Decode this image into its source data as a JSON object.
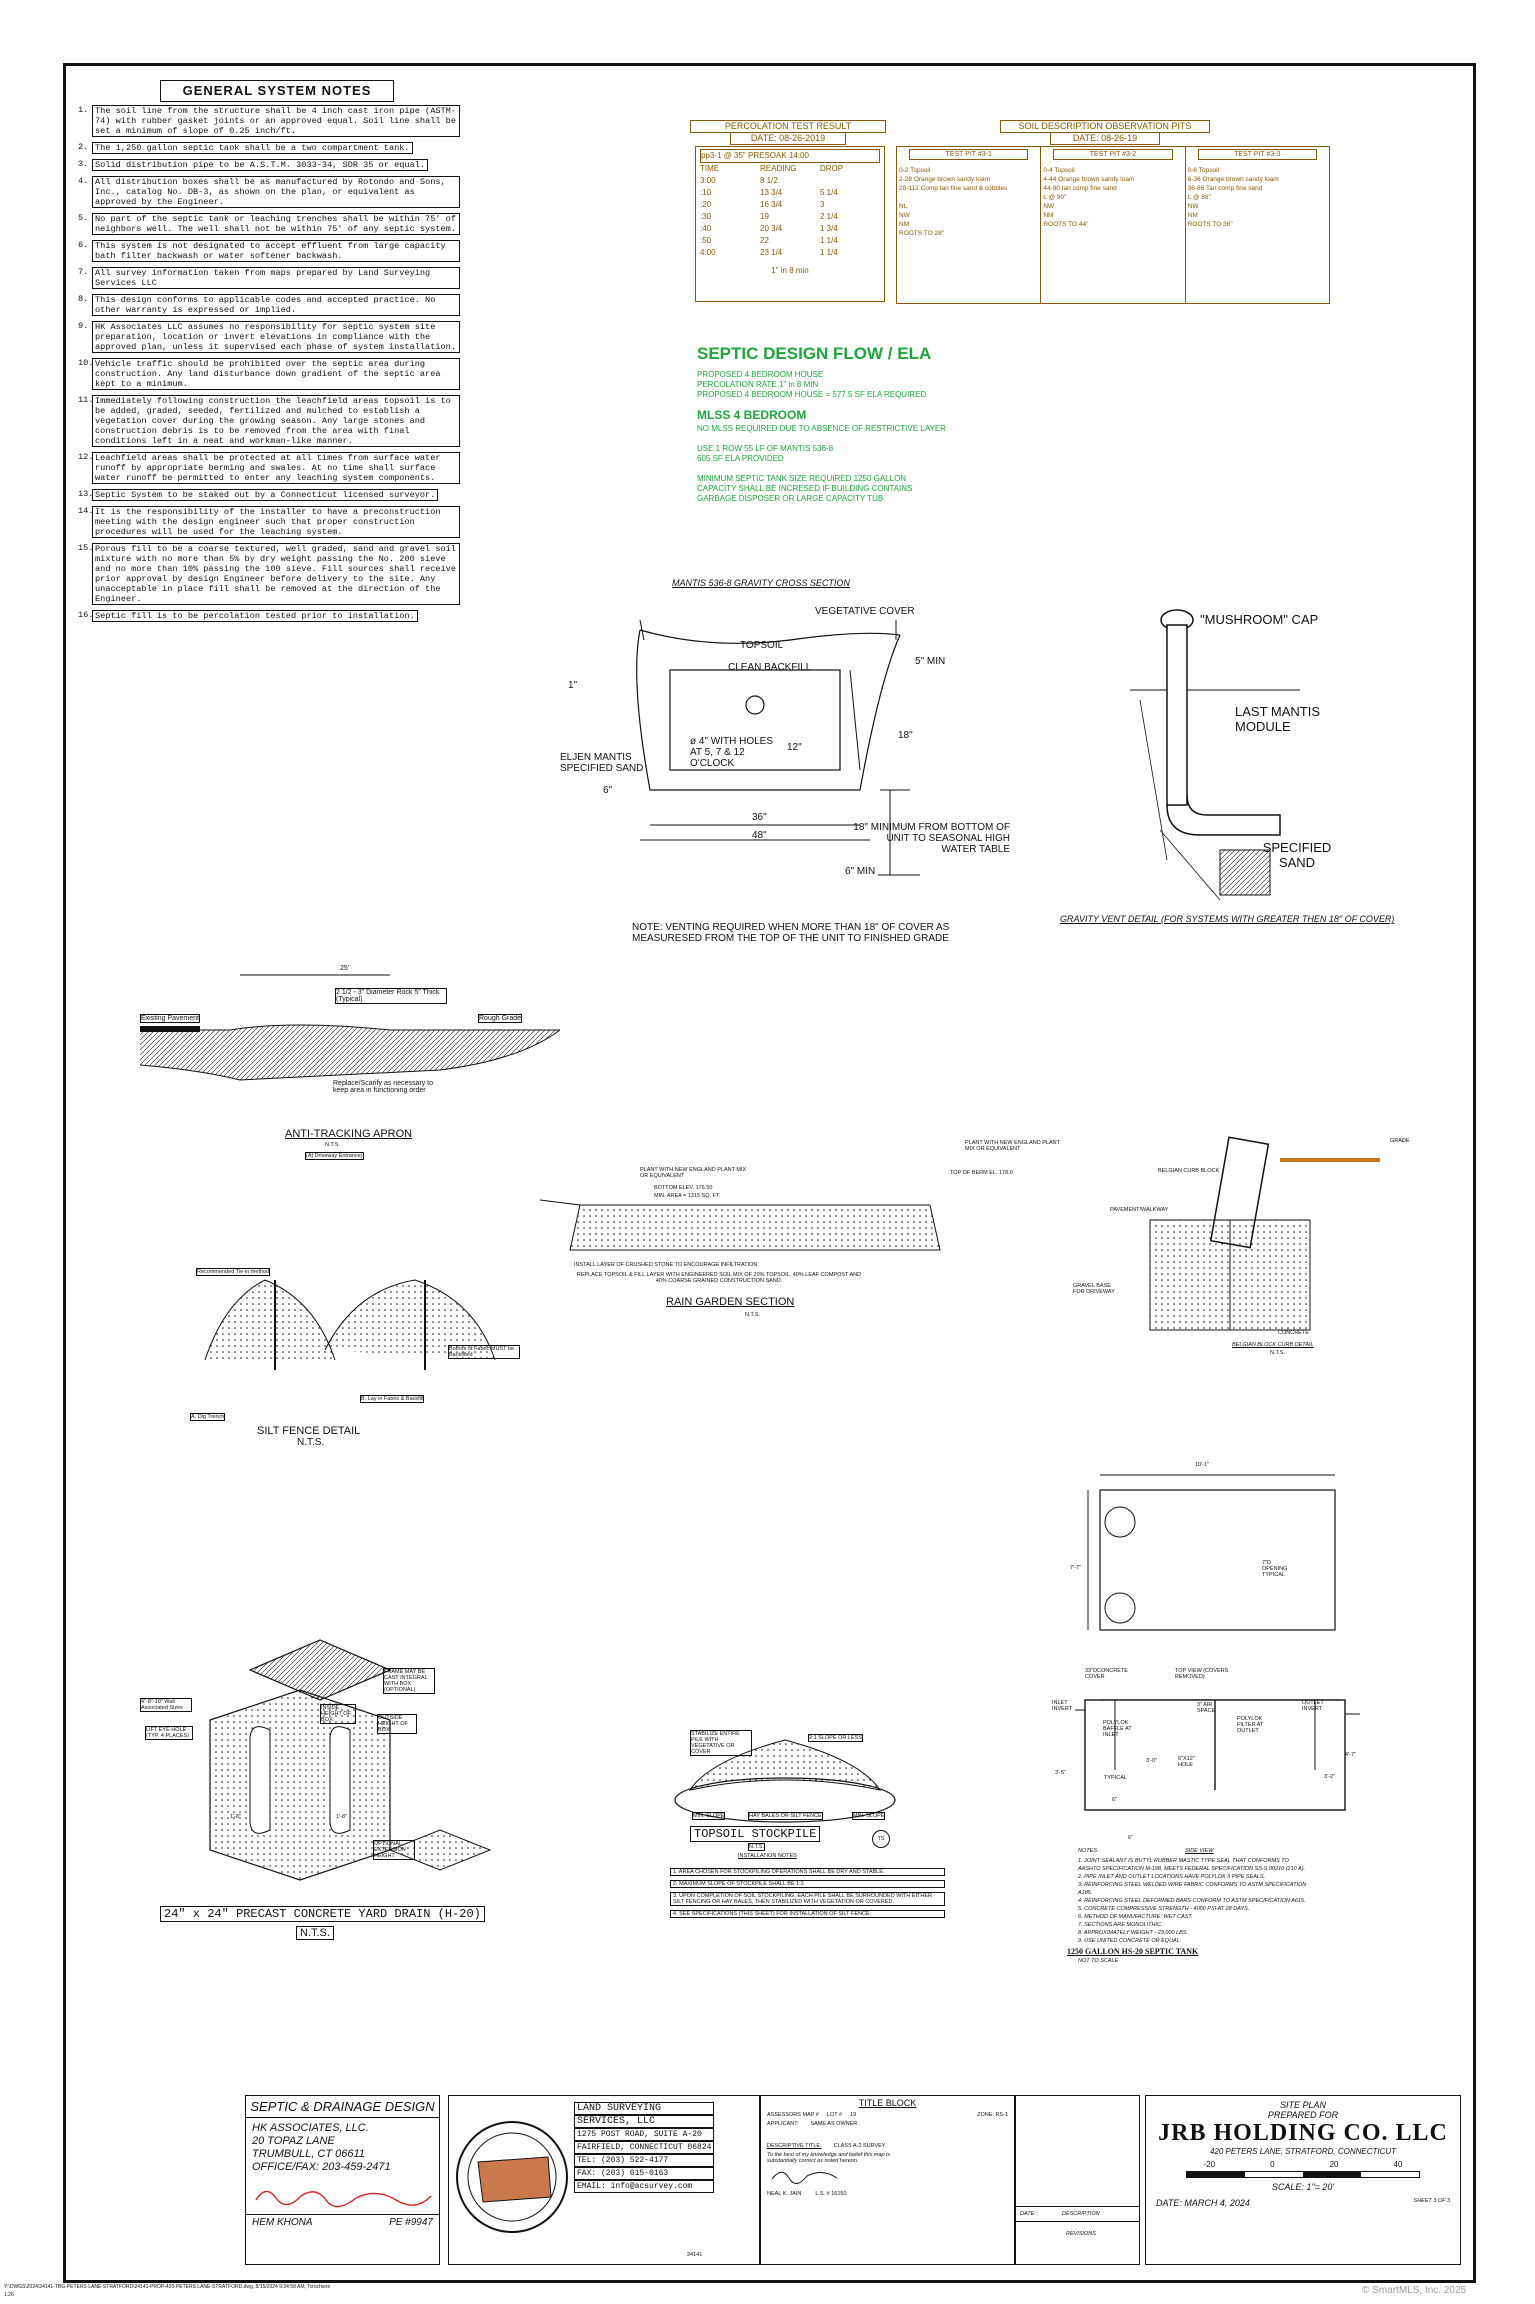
{
  "general_notes": {
    "title": "GENERAL SYSTEM NOTES",
    "items": [
      {
        "num": "1.",
        "text": "The soil line from the structure shall be 4 inch cast iron pipe (ASTM-74) with rubber gasket joints or an approved equal. Soil line shall be set a minimum of slope of 0.25 inch/ft."
      },
      {
        "num": "2.",
        "text": "The 1,250 gallon septic tank shall be a two compartment tank."
      },
      {
        "num": "3.",
        "text": "Solid distribution pipe to be A.S.T.M. 3033-34, SDR 35 or equal."
      },
      {
        "num": "4.",
        "text": "All distribution boxes shall be as manufactured by Rotondo and Sons, Inc., catalog No. DB-3, as shown on the plan, or equivalent as approved by the Engineer."
      },
      {
        "num": "5.",
        "text": "No part of the septic tank or leaching trenches shall be within 75' of neighbors well. The well shall not be within 75' of any septic system."
      },
      {
        "num": "6.",
        "text": "This system is not designated to accept effluent from large capacity bath filter backwash or water softener backwash."
      },
      {
        "num": "7.",
        "text": "All survey information taken from maps prepared by Land Surveying Services LLC"
      },
      {
        "num": "8.",
        "text": "This design conforms to applicable codes and accepted practice. No other warranty is expressed or implied."
      },
      {
        "num": "9.",
        "text": "HK Associates LLC assumes no responsibility for septic system site preparation, location or invert elevations in compliance with the approved plan, unless it supervised each phase of system installation."
      },
      {
        "num": "10.",
        "text": "Vehicle traffic should be prohibited over the septic area during construction. Any land disturbance down gradient of the septic area kept to a minimum."
      },
      {
        "num": "11.",
        "text": "Immediately following construction the leachfield areas topsoil is to be added, graded, seeded, fertilized and mulched to establish a vegetation cover during the growing season. Any large stones and construction debris is to be removed from the area with final conditions left in a neat and workman-like manner."
      },
      {
        "num": "12.",
        "text": "Leachfield areas shall be protected at all times from surface water runoff by appropriate berming and swales. At no time shall surface water runoff be permitted to enter any leaching system components."
      },
      {
        "num": "13.",
        "text": "Septic System to be staked out by a Connecticut licensed surveyor."
      },
      {
        "num": "14.",
        "text": "It is the responsibility of the installer to have a preconstruction meeting with the design engineer such that proper construction procedures will be used for the leaching system."
      },
      {
        "num": "15.",
        "text": "Porous fill to be a coarse textured, well graded, sand and gravel soil mixture with no more than 5% by dry weight passing the No. 200 sieve and no more than 10% passing the 100 sieve. Fill sources shall receive prior approval by design Engineer before delivery to the site. Any unacceptable in place fill shall be removed at the direction of the Engineer."
      },
      {
        "num": "16.",
        "text": "Septic fill is to be percolation tested prior to installation."
      }
    ]
  },
  "perc": {
    "title": "PERCOLATION TEST RESULT",
    "date": "DATE: 08-26-2019",
    "header": "pp3-1 @ 35\" PRESOAK 14:00",
    "cols": [
      "TIME",
      "READING",
      "DROP"
    ],
    "rows": [
      [
        "3:00",
        "8 1/2",
        ""
      ],
      [
        ":10",
        "13 3/4",
        "5 1/4"
      ],
      [
        ":20",
        "16 3/4",
        "3"
      ],
      [
        ":30",
        "19",
        "2 1/4"
      ],
      [
        ":40",
        "20 3/4",
        "1 3/4"
      ],
      [
        ":50",
        "22",
        "1 1/4"
      ],
      [
        "4:00",
        "23 1/4",
        "1 1/4"
      ]
    ],
    "rate": "1\" in 8 min"
  },
  "soil": {
    "title": "SOIL DESCRIPTION OBSERVATION PITS",
    "date": "DATE: 08-26-19",
    "pits": [
      {
        "label": "TEST PIT #3-1",
        "lines": [
          "0-2  Topsoil",
          "2-28  Orange brown sandy loam",
          "28-112  Comp tan fine sand & cobbles",
          "",
          "NL",
          "NW",
          "NM",
          "ROOTS TO 28\""
        ]
      },
      {
        "label": "TEST PIT #3-2",
        "lines": [
          "0-4  Topsoil",
          "4-44  Orange brown sandy loam",
          "44-90 tan comp fine sand",
          "L @ 90\"",
          "NW",
          "NM",
          "ROOTS TO 44\""
        ]
      },
      {
        "label": "TEST PIT #3-3",
        "lines": [
          "0-6  Topsoil",
          "6-36  Orange brown sandy loam",
          "36-86 Tan comp fine sand",
          "L @ 86\"",
          "NW",
          "NM",
          "ROOTS TO 36\""
        ]
      }
    ]
  },
  "flow": {
    "title": "SEPTIC DESIGN FLOW / ELA",
    "lines1": [
      "PROPOSED 4 BEDROOM HOUSE",
      "PERCOLATION RATE  1\" in 8 MIN",
      "PROPOSED 4 BEDROOM HOUSE = 577.5 SF ELA REQUIRED"
    ],
    "mlss_title": "MLSS 4 BEDROOM",
    "mlss_line": "NO MLSS REQUIRED DUE TO ABSENCE OF RESTRICTIVE LAYER",
    "lines2": [
      "USE 1 ROW 55 LF OF MANTIS 536-8",
      "605 SF ELA PROVIDED"
    ],
    "lines3": [
      "MINIMUM SEPTIC TANK SIZE REQUIRED 1250 GALLON",
      "CAPACITY SHALL BE INCRESED IF BUILDING CONTAINS",
      "GARBAGE DISPOSER OR LARGE CAPACITY TUB"
    ]
  },
  "mantis": {
    "title": "MANTIS 536-8 GRAVITY CROSS SECTION",
    "vegetative": "VEGETATIVE COVER",
    "topsoil": "TOPSOIL",
    "backfill": "CLEAN BACKFILL",
    "min5": "5\" MIN",
    "d1": "1\"",
    "d18": "18\"",
    "d12": "12\"",
    "holes": "ø 4\" WITH HOLES AT 5, 7 & 12 O'CLOCK",
    "eljen": "ELJEN MANTIS SPECIFIED SAND",
    "d6": "6\"",
    "d36": "36\"",
    "d48": "48\"",
    "min18": "18\" MINIMUM FROM BOTTOM OF UNIT TO SEASONAL HIGH WATER TABLE",
    "min6": "6\" MIN",
    "note": "NOTE: VENTING REQUIRED WHEN MORE THAN 18\" OF COVER AS MEASURESED FROM THE TOP OF THE UNIT TO FINISHED GRADE"
  },
  "vent": {
    "cap": "\"MUSHROOM\" CAP",
    "module": "LAST MANTIS MODULE",
    "sand": "SPECIFIED SAND",
    "title": "GRAVITY VENT DETAIL (FOR SYSTEMS WITH GREATER THEN 18\" OF COVER)"
  },
  "apron": {
    "dim": "25'",
    "rock": "2 1/2 - 3\" Diameter Rock 5\" Thick (Typical)",
    "pavement": "Existing Pavement",
    "grade": "Rough Grade",
    "scarify": "Replace/Scarify as necessary to keep area in functioning order",
    "title": "ANTI-TRACKING APRON",
    "nts": "N.T.S.",
    "sub": "(At Driveway Entrance)"
  },
  "rain": {
    "plant1": "PLANT WITH NEW ENGLAND PLANT MIX OR EQUIVALENT",
    "bottom": "BOTTOM ELEV. 176.50",
    "area": "MIN. AREA = 1315 SQ. FT.",
    "plant2": "PLANT WITH NEW ENGLAND PLANT MIX OR EQUIVALENT",
    "berm": "TOP OF BERM EL. 178.0",
    "install": "INSTALL LAYER OF CRUSHED STONE TO ENCOURAGE INFILTRATION",
    "replace": "REPLACE TOPSOIL & FILL LAYER WITH ENGINEERED SOIL MIX OF 20% TOPSOIL, 40% LEAF COMPOST AND 40% COARSE GRAINED CONSTRUCTION SAND.",
    "title": "RAIN GARDEN SECTION",
    "nts": "N.T.S."
  },
  "curb": {
    "block": "BELGIAN CURB BLOCK",
    "grade": "GRADE",
    "walk": "PAVEMENT/WALKWAY",
    "gravel": "GRAVEL BASE FOR DRIVEWAY",
    "concrete": "CONCRETE",
    "title": "BELGIAN BLOCK CURB DETAIL",
    "nts": "N.T.S."
  },
  "silt": {
    "rec": "Recommended Tie-in method",
    "a": "A. Dig Trench",
    "bottom": "Bottom of Fabric MUST be Backfilled",
    "b": "B. Lay in Fabric & Backfill",
    "title": "SILT FENCE DETAIL",
    "nts": "N.T.S."
  },
  "tank": {
    "width": "10'-1\"",
    "height": "7'-7\"",
    "opening": "7\"D OPENING TYPICAL",
    "cover": "33\"DCONCRETE COVER",
    "topview": "TOP VIEW (COVERS REMOVED)",
    "inlet": "INLET INVERT",
    "baffle": "POLYLOK BAFFLE AT INLET",
    "air": "3\" AIR SPACE",
    "filter": "POLYLOK FILTER AT OUTLET",
    "outlet": "OUTLET INVERT",
    "hole": "6\"X12\" HOLE",
    "typical": "TYPICAL",
    "d30": "3'-0\"",
    "d35": "3'-5\"",
    "d32": "3'-2\"",
    "d47": "4'-7\"",
    "d6a": "6\"",
    "d6b": "6\"",
    "notes_title": "NOTES:",
    "side": "SIDE VIEW",
    "notes": [
      "1. JOINT SEALANT IS BUTYL RUBBER MASTIC TYPE SEAL THAT CONFORMS TO AASHTO SPECIFICATION M-198, MEETS FEDERAL SPECIFICATION SS-S 00210 (210 A).",
      "2. PIPE INLET AND OUTLET LOCATIONS HAVE POLYLOK II PIPE SEALS.",
      "3. REINFORCING STEEL WELDED WIRE FABRIC CONFORMS TO ASTM SPECIFICATION A185.",
      "4. REINFORCING STEEL DEFORMED BARS CONFORM TO ASTM SPECIFICATION A615.",
      "5. CONCRETE COMPRESSIVE STRENGTH - 4000 PSI AT 28 DAYS.",
      "6. METHOD OF MANUFACTURE: WET CAST.",
      "7. SECTIONS ARE MONOLITHIC.",
      "8. APPROXIMATELY WEIGHT - 23,000 LBS.",
      "9. USE UNITED CONCRETE OR EQUAL."
    ],
    "title": "1250 GALLON HS-20 SEPTIC TANK",
    "nts": "NOT TO SCALE"
  },
  "drain": {
    "frame": "FRAME MAY BE CAST INTEGRAL WITH BOX (OPTIONAL)",
    "sizes": "4\"-8\"-10\" Wall Associated Sizes",
    "inside": "INSIDE HEIGHT OF BOX",
    "outside": "OUTSIDE HEIGHT OF BOX",
    "lift": "LIFT EYE HOLE (TYP. 4 PLACES)",
    "optional": "OPTIONAL EXTENSION HEIGHT",
    "d1": "1'-8\"",
    "d2": "1'-8\"",
    "title": "24\" x 24\" PRECAST CONCRETE YARD DRAIN (H-20)",
    "nts": "N.T.S."
  },
  "stockpile": {
    "stabilize": "STABILIZE ENTIRE PILE WITH VEGETATIVE OR COVER",
    "slope": "2:1 SLOPE OR LESS",
    "min1": "MIN. SLOPE",
    "hay": "HAY BALES OR SILT FENCE",
    "min2": "MIN. SLOPE",
    "title": "TOPSOIL STOCKPILE",
    "nts": "N.T.S.",
    "ts": "TS",
    "notes_title": "INSTALLATION NOTES",
    "notes": [
      "1. AREA CHOSEN FOR STOCKPILING OPERATIONS SHALL BE DRY AND STABLE.",
      "2. MAXIMUM SLOPE OF STOCKPILE SHALL BE 1:2.",
      "3. UPON COMPLETION OF SOIL STOCKPILING, EACH PILE SHALL BE SURROUNDED WITH EITHER SILT FENCING OR HAY BALES, THEN STABILIZED WITH VEGETATION OR COVERED.",
      "4. SEE SPECIFICATIONS (THIS SHEET) FOR INSTALLATION OF SILT FENCE."
    ]
  },
  "designer": {
    "title": "SEPTIC & DRAINAGE DESIGN",
    "firm": "HK ASSOCIATES, LLC.",
    "street": "20 TOPAZ LANE",
    "city": "TRUMBULL, CT 06611",
    "phone": "OFFICE/FAX: 203-459-2471",
    "name": "HEM KHONA",
    "pe": "PE #9947"
  },
  "surveyor": {
    "name1": "LAND SURVEYING",
    "name2": "SERVICES, LLC",
    "street": "1275 POST ROAD, SUITE A-20",
    "city": "FAIRFIELD, CONNECTICUT 06824",
    "tel": "TEL: (203) 522-4177",
    "fax": "FAX: (203) 615-0163",
    "email": "EMAIL: info@acsurvey.com",
    "dwg": "24141"
  },
  "title_block": {
    "title": "TITLE BLOCK",
    "assessor": "ASSESSORS MAP #",
    "lot": "LOT #",
    "lot_val": "19",
    "zone": "ZONE: RS-1",
    "applicant": "APPLICANT:",
    "owner": "SAME AS OWNER",
    "desc": "DESCRIPTIVE TITLE:",
    "survey": "CLASS A-2 SURVEY",
    "cert": "To the best of my knowledge and belief this map is substantially correct as noted hereon.",
    "surveyor": "NEAL K. JAIN",
    "ls": "L.S. # 16150"
  },
  "revisions": {
    "date": "DATE:",
    "description": "DESCRIPTION",
    "title": "REVISIONS"
  },
  "plan": {
    "site": "SITE PLAN",
    "prepared": "PREPARED FOR",
    "client": "JRB HOLDING CO. LLC",
    "address": "420 PETERS LANE, STRATFORD, CONNECTICUT",
    "ticks": [
      "-20",
      "0",
      "20",
      "40"
    ],
    "scale": "SCALE: 1\"=",
    "scale_val": "20'",
    "date": "DATE:",
    "date_val": "MARCH 4, 2024",
    "sheet": "SHEET 3 OF 3"
  },
  "footer": {
    "path": "Y:\\DWGS\\2024\\24141-TBG-PETERS LANE-STRATFORD\\24141-PROP-420-PETERS LANE-STRATFORD.dwg, 8/15/2024 9:34:58 AM, Tcrochiere",
    "code": "1:26",
    "watermark": "© SmartMLS, Inc. 2025"
  }
}
